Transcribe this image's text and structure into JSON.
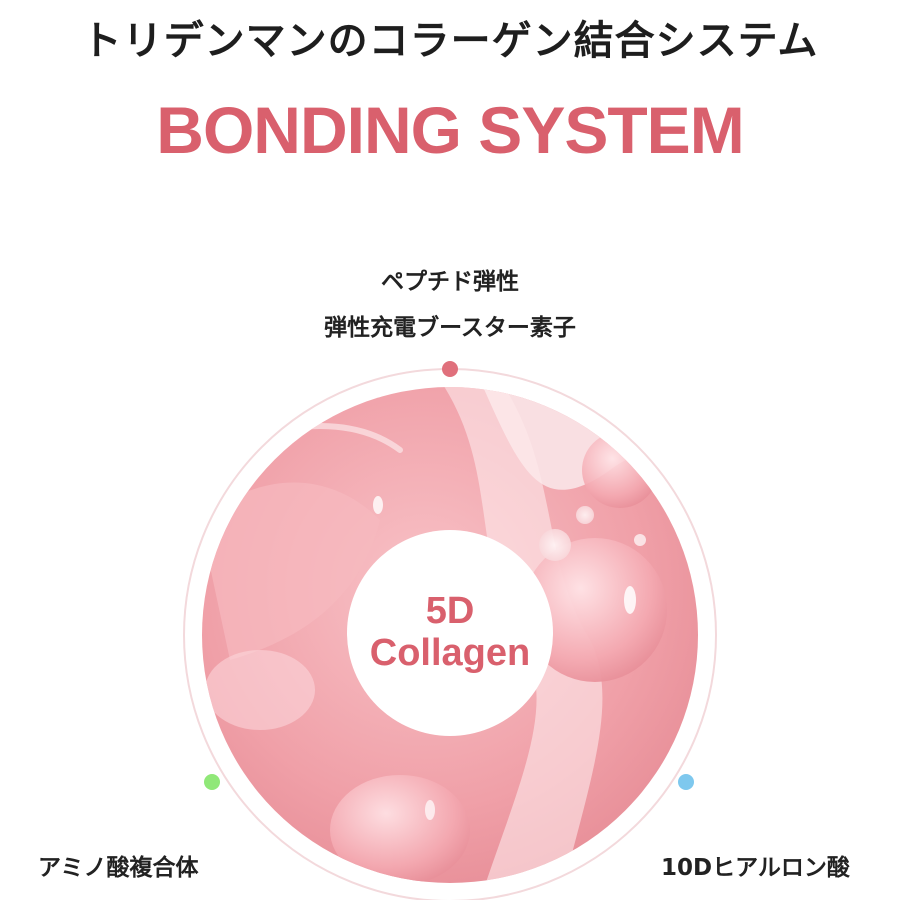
{
  "title_jp": "トリデンマンのコラーゲン結合システム",
  "title_en": "BONDING SYSTEM",
  "center": {
    "line1": "5D",
    "line2": "Collagen"
  },
  "labels": {
    "top_line1": "ペプチド弾性",
    "top_line2": "弾性充電ブースター素子",
    "left": "アミノ酸複合体",
    "right": "10Dヒアルロン酸"
  },
  "colors": {
    "accent": "#d9606d",
    "dot_top": "#e0707c",
    "dot_left": "#90e878",
    "dot_right": "#7ec8ee"
  }
}
